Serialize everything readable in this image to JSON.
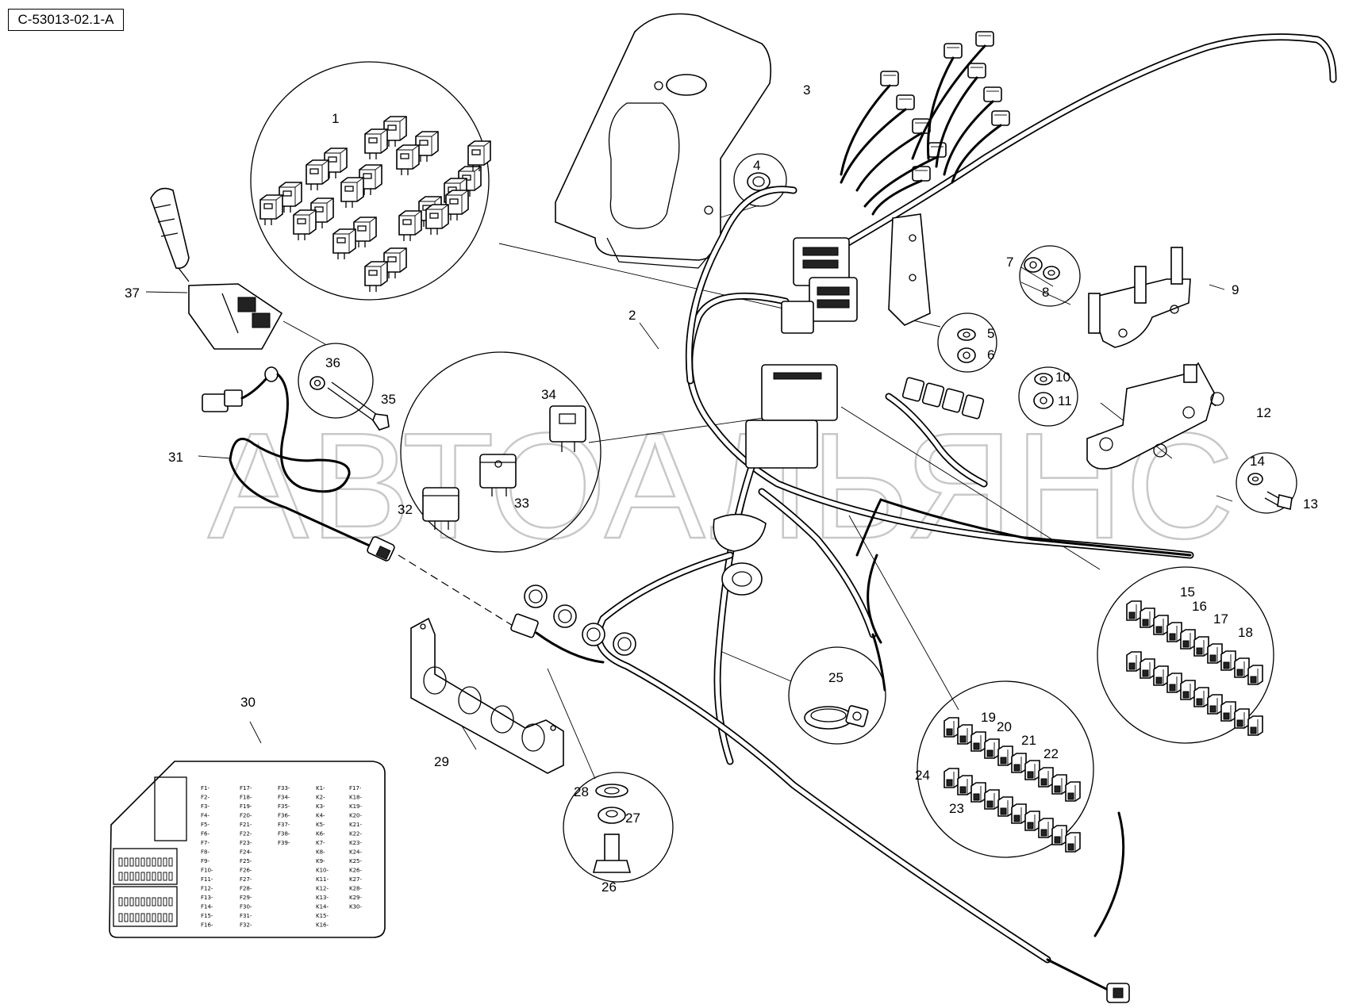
{
  "drawing": {
    "code": "C-53013-02.1-A",
    "watermark": "АВТОАЛЬЯНС"
  },
  "callouts": [
    {
      "id": "1",
      "label": "1"
    },
    {
      "id": "2",
      "label": "2"
    },
    {
      "id": "3",
      "label": "3"
    },
    {
      "id": "4",
      "label": "4"
    },
    {
      "id": "5",
      "label": "5"
    },
    {
      "id": "6",
      "label": "6"
    },
    {
      "id": "7",
      "label": "7"
    },
    {
      "id": "8",
      "label": "8"
    },
    {
      "id": "9",
      "label": "9"
    },
    {
      "id": "10",
      "label": "10"
    },
    {
      "id": "11",
      "label": "11"
    },
    {
      "id": "12",
      "label": "12"
    },
    {
      "id": "13",
      "label": "13"
    },
    {
      "id": "14",
      "label": "14"
    },
    {
      "id": "15",
      "label": "15"
    },
    {
      "id": "16",
      "label": "16"
    },
    {
      "id": "17",
      "label": "17"
    },
    {
      "id": "18",
      "label": "18"
    },
    {
      "id": "19",
      "label": "19"
    },
    {
      "id": "20",
      "label": "20"
    },
    {
      "id": "21",
      "label": "21"
    },
    {
      "id": "22",
      "label": "22"
    },
    {
      "id": "23",
      "label": "23"
    },
    {
      "id": "24",
      "label": "24"
    },
    {
      "id": "25",
      "label": "25"
    },
    {
      "id": "26",
      "label": "26"
    },
    {
      "id": "27",
      "label": "27"
    },
    {
      "id": "28",
      "label": "28"
    },
    {
      "id": "29",
      "label": "29"
    },
    {
      "id": "30",
      "label": "30"
    },
    {
      "id": "31",
      "label": "31"
    },
    {
      "id": "32",
      "label": "32"
    },
    {
      "id": "33",
      "label": "33"
    },
    {
      "id": "34",
      "label": "34"
    },
    {
      "id": "35",
      "label": "35"
    },
    {
      "id": "36",
      "label": "36"
    },
    {
      "id": "37",
      "label": "37"
    }
  ],
  "decal": {
    "fuse_labels": [
      "F1-",
      "F2-",
      "F3-",
      "F4-",
      "F5-",
      "F6-",
      "F7-",
      "F8-",
      "F9-",
      "F10-",
      "F11-",
      "F12-",
      "F13-",
      "F14-",
      "F15-",
      "F16-"
    ],
    "fuse_labels_b": [
      "F17-",
      "F18-",
      "F19-",
      "F20-",
      "F21-",
      "F22-",
      "F23-",
      "F24-",
      "F25-",
      "F26-",
      "F27-",
      "F28-",
      "F29-",
      "F30-",
      "F31-",
      "F32-"
    ],
    "fuse_labels_c": [
      "F33-",
      "F34-",
      "F35-",
      "F36-",
      "F37-",
      "F38-",
      "F39-"
    ],
    "relay_labels": [
      "K1-",
      "K2-",
      "K3-",
      "K4-",
      "K5-",
      "K6-",
      "K7-",
      "K8-",
      "K9-",
      "K10-",
      "K11-",
      "K12-",
      "K13-",
      "K14-",
      "K15-",
      "K16-"
    ],
    "relay_labels_b": [
      "F17-",
      "K18-",
      "K19-",
      "K20-",
      "K21-",
      "K22-",
      "K23-",
      "K24-",
      "K25-",
      "K26-",
      "K27-",
      "K28-",
      "K29-",
      "K30-"
    ]
  }
}
